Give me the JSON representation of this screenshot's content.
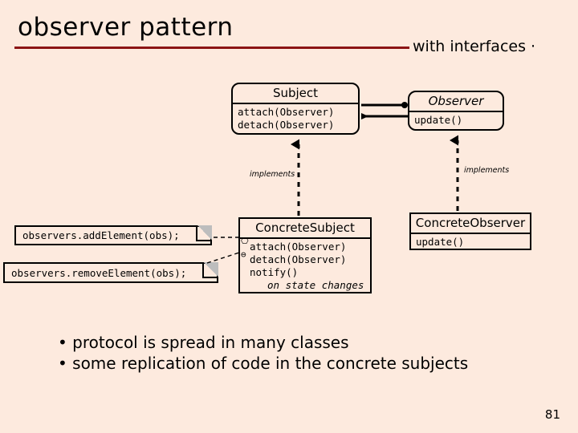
{
  "slide": {
    "background_color": "#fdeade",
    "rule_color": "#8c1414",
    "title": "observer pattern",
    "subtitle": "with interfaces ·",
    "page_number": "81"
  },
  "diagram": {
    "type": "uml-class-diagram",
    "classes": [
      {
        "id": "subject",
        "name": "Subject",
        "style": "rounded-interface",
        "members": [
          "attach(Observer)",
          "detach(Observer)"
        ]
      },
      {
        "id": "observer",
        "name": "Observer",
        "style": "rounded-interface",
        "members": [
          "update()"
        ]
      },
      {
        "id": "concrete-subject",
        "name": "ConcreteSubject",
        "style": "rectangle",
        "members": [
          "attach(Observer)",
          "detach(Observer)",
          "notify()"
        ],
        "member_note": "on state changes",
        "anchors": [
          "⎔",
          "⊖"
        ]
      },
      {
        "id": "concrete-observer",
        "name": "ConcreteObserver",
        "style": "rectangle",
        "members": [
          "update()"
        ]
      }
    ],
    "relations": [
      {
        "id": "subject-to-observer",
        "kind": "association-arrow-right"
      },
      {
        "id": "observer-to-subject",
        "kind": "association-arrow-left"
      },
      {
        "id": "concrete-subject-implements",
        "kind": "realization",
        "label": "implements"
      },
      {
        "id": "concrete-observer-implements",
        "kind": "realization",
        "label": "implements"
      }
    ],
    "notes": [
      {
        "id": "note-add",
        "text": "observers.addElement(obs);"
      },
      {
        "id": "note-remove",
        "text": "observers.removeElement(obs);"
      }
    ]
  },
  "bullets": [
    "• protocol is spread in many classes",
    "• some replication of code in the concrete subjects"
  ]
}
